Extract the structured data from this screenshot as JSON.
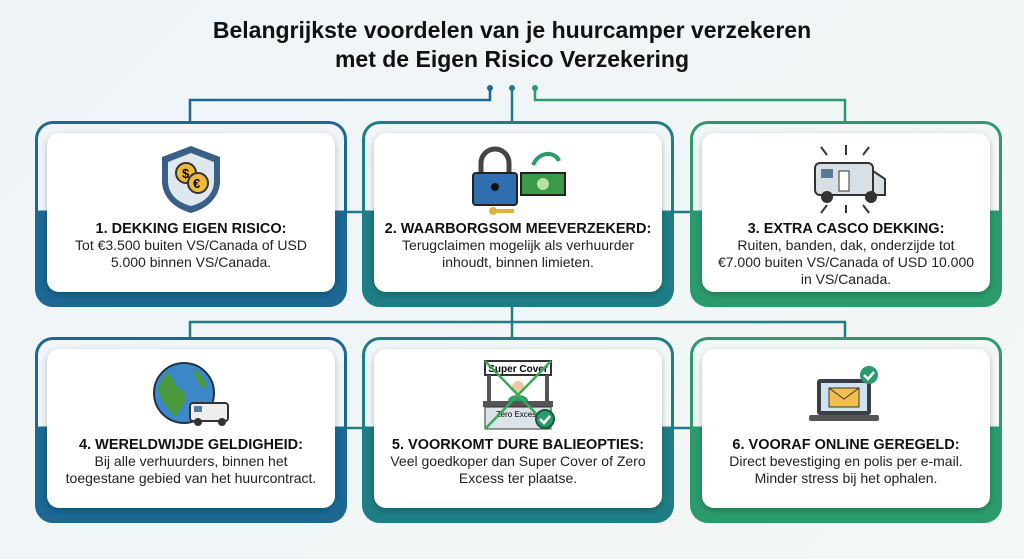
{
  "title": {
    "line1": "Belangrijkste voordelen van je huurcamper verzekeren",
    "line2": "met de Eigen Risico Verzekering"
  },
  "colors": {
    "blue": "#1b6893",
    "teal": "#1f7d86",
    "green": "#2b9a6c"
  },
  "cards": [
    {
      "title": "1. DEKKING EIGEN RISICO:",
      "desc": "Tot €3.500 buiten VS/Canada of USD 5.000 binnen VS/Canada.",
      "icon": "shield-coins-icon"
    },
    {
      "title": "2. WAARBORGSOM MEEVERZEKERD:",
      "desc": "Terugclaimen mogelijk als verhuurder inhoudt, binnen limieten.",
      "icon": "lock-money-icon"
    },
    {
      "title": "3. EXTRA CASCO DEKKING:",
      "desc": "Ruiten, banden, dak, onderzijde tot €7.000 buiten VS/Canada of USD 10.000 in VS/Canada.",
      "icon": "camper-icon"
    },
    {
      "title": "4. WERELDWIJDE GELDIGHEID:",
      "desc": "Bij alle verhuurders, binnen het toegestane gebied van het huurcontract.",
      "icon": "globe-camper-icon"
    },
    {
      "title": "5. VOORKOMT DURE BALIEOPTIES:",
      "desc": "Veel goedkoper dan Super Cover of Zero Excess ter plaatse.",
      "icon": "counter-icon",
      "sign_top": "Super Cover",
      "sign_bottom": "Zero Excess"
    },
    {
      "title": "6. VOORAF ONLINE GEREGELD:",
      "desc": "Direct bevestiging en polis per e-mail. Minder stress bij het ophalen.",
      "icon": "laptop-email-icon"
    }
  ]
}
